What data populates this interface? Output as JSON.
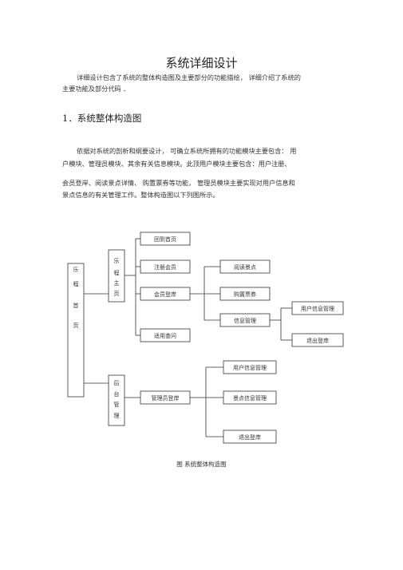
{
  "doc": {
    "title": "系统详细设计",
    "intro": [
      "详细设计包含了系统的整体构造图及主要部分的功能描绘，  详细介绍了系统的",
      "主要功能及部分代码 ．"
    ],
    "section_heading": "1．系统整体构造图",
    "body": [
      "依据对系统的剖析和纲要设计，  可确立系统所拥有的功能模块主要包含：  用",
      "户模块、管理员模块、其余有关信息模块。此顶用户模块主要包含：用户注册、",
      "会员登岸、阅读景点详情、 购置票券等功能，  管理员模块主要实现对用户信息和",
      "景点信息的有关管理工作。整体构造图以下列图所示。"
    ],
    "caption": "图    系统整体构造图"
  },
  "diagram": {
    "root": [
      "乐",
      "程",
      "首",
      "页"
    ],
    "front": [
      "乐",
      "程",
      "主",
      "页"
    ],
    "back": [
      "后",
      "台",
      "管",
      "理"
    ],
    "nodes": {
      "back_home": "回到首页",
      "register": "注册会员",
      "login": "会员登岸",
      "query": "适用查问",
      "view_spot": "阅读景点",
      "buy_ticket": "购置票券",
      "info_mgmt": "信息管理",
      "user_info_mgmt": "用户信息管理",
      "logout": "退出登岸",
      "admin_login": "管理员登岸",
      "admin_user_info": "用户信息管理",
      "admin_spot_info": "景点信息管理",
      "admin_logout": "退出登岸"
    }
  }
}
